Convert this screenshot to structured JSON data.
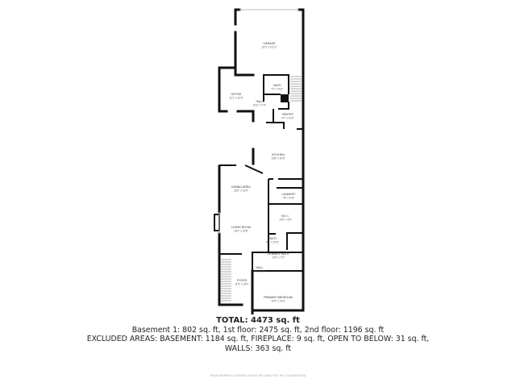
{
  "rooms": [
    {
      "name": "GARAGE",
      "dims": "22'0\" x 11'11\""
    },
    {
      "name": "OFFICE",
      "dims": "11'1\" x 10'4\""
    },
    {
      "name": "BATH",
      "dims": "7'2\" x 5'11\""
    },
    {
      "name": "HALL",
      "dims": "8'11\" x 7'4\""
    },
    {
      "name": "PANTRY",
      "dims": "4'7\" x 4'10\""
    },
    {
      "name": "KITCHEN",
      "dims": "13'8\" x 20'9\""
    },
    {
      "name": "DINING AREA",
      "dims": "16'2\" x 13'0\""
    },
    {
      "name": "LAUNDRY",
      "dims": "7'8\" x 5'11\""
    },
    {
      "name": "W.I.C.",
      "dims": "10'0\" x 9'0\""
    },
    {
      "name": "LIVING ROOM",
      "dims": "16'2\" x 15'8\""
    },
    {
      "name": "BATH",
      "dims": "6'1\" x 5'10\""
    },
    {
      "name": "PRIMARY BATH",
      "dims": "10'9\" x 7'3\""
    },
    {
      "name": "HALL",
      "dims": "6'6\" x 3'8\""
    },
    {
      "name": "FOYER",
      "dims": "11'9\" x 18'0\""
    },
    {
      "name": "PRIMARY BEDROOM",
      "dims": "15'4\" x 14'9\""
    }
  ],
  "summary": {
    "total": "TOTAL: 4473 sq. ft",
    "floors": "Basement 1: 802 sq. ft, 1st floor: 2475 sq. ft, 2nd floor: 1196 sq. ft",
    "excluded": "EXCLUDED AREAS: BASEMENT: 1184 sq. ft, FIREPLACE: 9 sq. ft, OPEN TO BELOW: 31 sq. ft,",
    "walls": "WALLS: 363 sq. ft",
    "disclaimer": "MEASUREMENTS DEEMED HIGHLY RELIABLE BUT NOT GUARANTEED"
  }
}
